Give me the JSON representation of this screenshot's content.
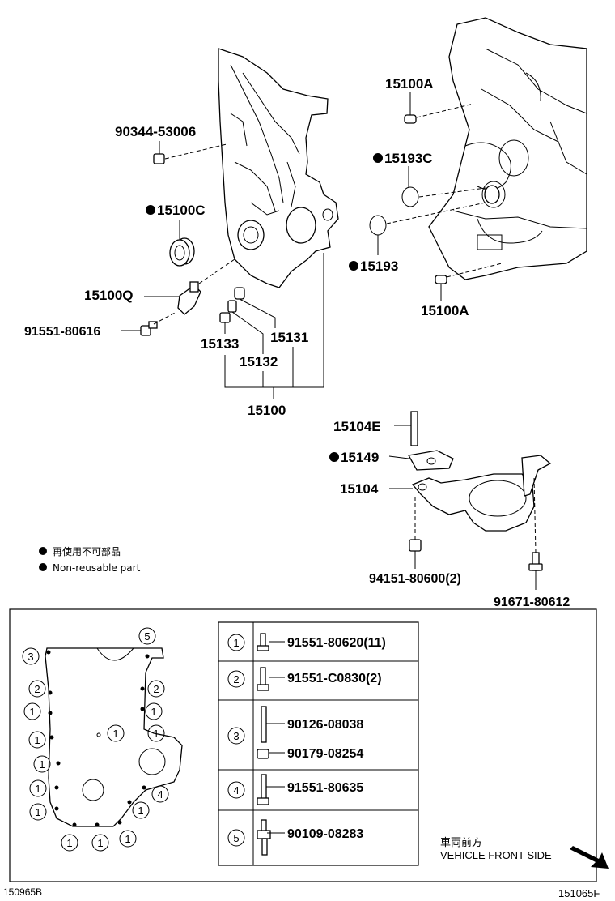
{
  "callouts": {
    "c_90344_53006": "90344-53006",
    "c_15100C": "15100C",
    "c_15100Q": "15100Q",
    "c_91551_80616": "91551-80616",
    "c_15133": "15133",
    "c_15132": "15132",
    "c_15131": "15131",
    "c_15100": "15100",
    "c_15100A_top": "15100A",
    "c_15193C": "15193C",
    "c_15193": "15193",
    "c_15100A_bottom": "15100A",
    "c_15104E": "15104E",
    "c_15149": "15149",
    "c_15104": "15104",
    "c_94151": "94151-80600(2)",
    "c_91671": "91671-80612"
  },
  "legend": {
    "jp": "再使用不可部品",
    "en": "Non-reusable part"
  },
  "bolt_table": [
    {
      "num": "1",
      "parts": [
        "91551-80620(11)"
      ]
    },
    {
      "num": "2",
      "parts": [
        "91551-C0830(2)"
      ]
    },
    {
      "num": "3",
      "parts": [
        "90126-08038",
        "90179-08254"
      ]
    },
    {
      "num": "4",
      "parts": [
        "91551-80635"
      ]
    },
    {
      "num": "5",
      "parts": [
        "90109-08283"
      ]
    }
  ],
  "gasket_markers": [
    "3",
    "5",
    "2",
    "2",
    "1",
    "1",
    "1",
    "1",
    "1",
    "1",
    "1",
    "1",
    "1",
    "1",
    "1",
    "1",
    "4"
  ],
  "footer": {
    "left_code": "150965B",
    "right_code": "151065F",
    "front_jp": "車両前方",
    "front_en": "VEHICLE FRONT SIDE"
  }
}
